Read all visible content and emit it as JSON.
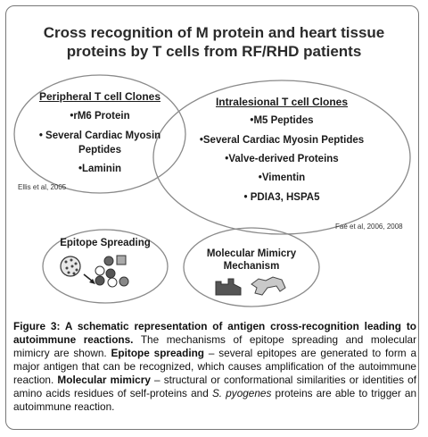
{
  "figure": {
    "title_line1": "Cross recognition of M protein and heart tissue",
    "title_line2": "proteins by T cells from RF/RHD patients",
    "peripheral": {
      "header": "Peripheral  T cell Clones",
      "items": [
        "•rM6 Protein",
        "• Several Cardiac Myosin",
        "Peptides",
        "•Laminin"
      ],
      "reference": "Ellis et al, 2005"
    },
    "intralesional": {
      "header": "Intralesional T cell Clones",
      "items": [
        "•M5 Peptides",
        "•Several Cardiac Myosin Peptides",
        "•Valve-derived Proteins",
        "•Vimentin",
        "• PDIA3, HSPA5"
      ],
      "reference": "Faé et al, 2006, 2008"
    },
    "epitope_spreading": {
      "label": "Epitope Spreading"
    },
    "molecular_mimicry": {
      "label_line1": "Molecular Mimicry",
      "label_line2": "Mechanism"
    }
  },
  "caption": {
    "figure_label": "Figure 3:",
    "heading": " A schematic representation of antigen cross-recognition leading to autoimmune reactions.",
    "sentence1": " The mechanisms of epitope spreading and molecular mimicry are shown. ",
    "term1": "Epitope spreading",
    "desc1": " – several epitopes are generated to form a major antigen that can be recognized, which causes amplification of the autoimmune reaction. ",
    "term2": "Molecular mimicry",
    "desc2": " – structural or conformational similarities or identities of amino acids residues of self-proteins and ",
    "species": "S. pyogenes",
    "desc3": " proteins are able to trigger an autoimmune reaction."
  },
  "colors": {
    "frame_border": "#777777",
    "ellipse_stroke": "#8a8a8a",
    "mimicry_shape": "#555555"
  }
}
